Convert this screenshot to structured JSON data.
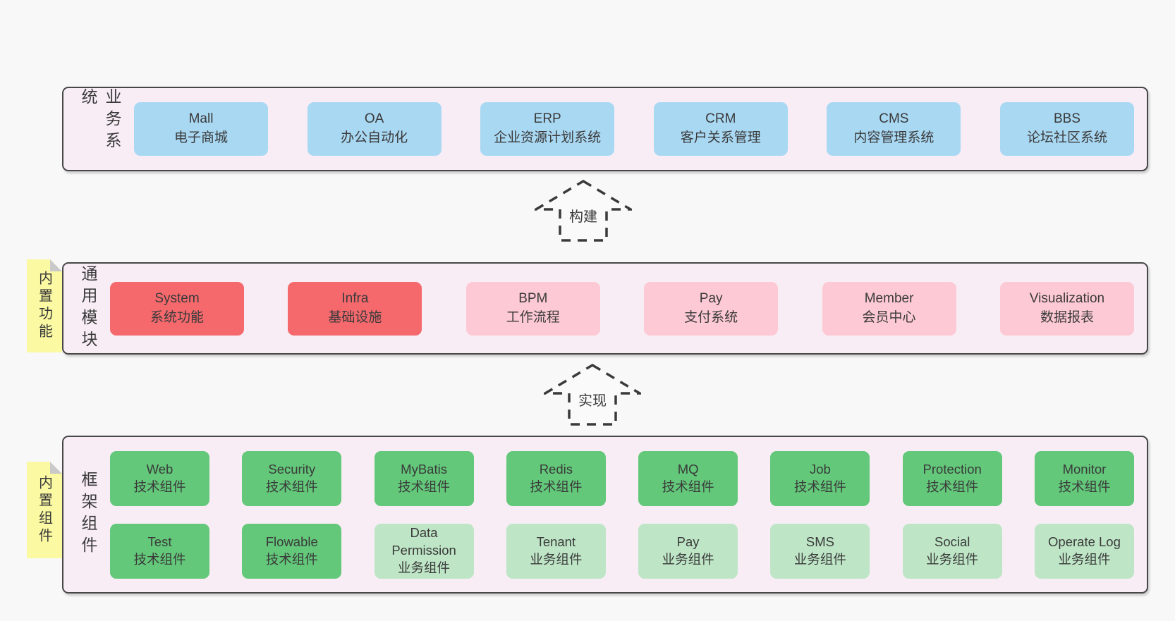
{
  "colors": {
    "page_bg": "#f8f8f8",
    "panel_bg": "#f8edf5",
    "panel_border": "#474747",
    "blue": "#a9d8f3",
    "red": "#f5696d",
    "pink": "#fdc9d4",
    "green": "#63c87a",
    "green_light": "#bee6c6",
    "yellow": "#fbf9a2",
    "fold_gray": "#c9c9c9",
    "text": "#3a3a3a"
  },
  "arrows": [
    {
      "label": "构建"
    },
    {
      "label": "实现"
    }
  ],
  "sections": [
    {
      "label": "业务系统",
      "items": [
        {
          "title": "Mall",
          "subtitle": "电子商城",
          "variant": "blue"
        },
        {
          "title": "OA",
          "subtitle": "办公自动化",
          "variant": "blue"
        },
        {
          "title": "ERP",
          "subtitle": "企业资源计划系统",
          "variant": "blue"
        },
        {
          "title": "CRM",
          "subtitle": "客户关系管理",
          "variant": "blue"
        },
        {
          "title": "CMS",
          "subtitle": "内容管理系统",
          "variant": "blue"
        },
        {
          "title": "BBS",
          "subtitle": "论坛社区系统",
          "variant": "blue"
        }
      ]
    },
    {
      "label": "通用模块",
      "sticky": "内置功能",
      "items": [
        {
          "title": "System",
          "subtitle": "系统功能",
          "variant": "red"
        },
        {
          "title": "Infra",
          "subtitle": "基础设施",
          "variant": "red"
        },
        {
          "title": "BPM",
          "subtitle": "工作流程",
          "variant": "pink"
        },
        {
          "title": "Pay",
          "subtitle": "支付系统",
          "variant": "pink"
        },
        {
          "title": "Member",
          "subtitle": "会员中心",
          "variant": "pink"
        },
        {
          "title": "Visualization",
          "subtitle": "数据报表",
          "variant": "pink"
        }
      ]
    },
    {
      "label": "框架组件",
      "sticky": "内置组件",
      "rows": [
        [
          {
            "title": "Web",
            "subtitle": "技术组件",
            "variant": "green"
          },
          {
            "title": "Security",
            "subtitle": "技术组件",
            "variant": "green"
          },
          {
            "title": "MyBatis",
            "subtitle": "技术组件",
            "variant": "green"
          },
          {
            "title": "Redis",
            "subtitle": "技术组件",
            "variant": "green"
          },
          {
            "title": "MQ",
            "subtitle": "技术组件",
            "variant": "green"
          },
          {
            "title": "Job",
            "subtitle": "技术组件",
            "variant": "green"
          },
          {
            "title": "Protection",
            "subtitle": "技术组件",
            "variant": "green"
          },
          {
            "title": "Monitor",
            "subtitle": "技术组件",
            "variant": "green"
          }
        ],
        [
          {
            "title": "Test",
            "subtitle": "技术组件",
            "variant": "green"
          },
          {
            "title": "Flowable",
            "subtitle": "技术组件",
            "variant": "green"
          },
          {
            "title": "Data Permission",
            "subtitle": "业务组件",
            "variant": "green-light"
          },
          {
            "title": "Tenant",
            "subtitle": "业务组件",
            "variant": "green-light"
          },
          {
            "title": "Pay",
            "subtitle": "业务组件",
            "variant": "green-light"
          },
          {
            "title": "SMS",
            "subtitle": "业务组件",
            "variant": "green-light"
          },
          {
            "title": "Social",
            "subtitle": "业务组件",
            "variant": "green-light"
          },
          {
            "title": "Operate Log",
            "subtitle": "业务组件",
            "variant": "green-light"
          }
        ]
      ]
    }
  ]
}
